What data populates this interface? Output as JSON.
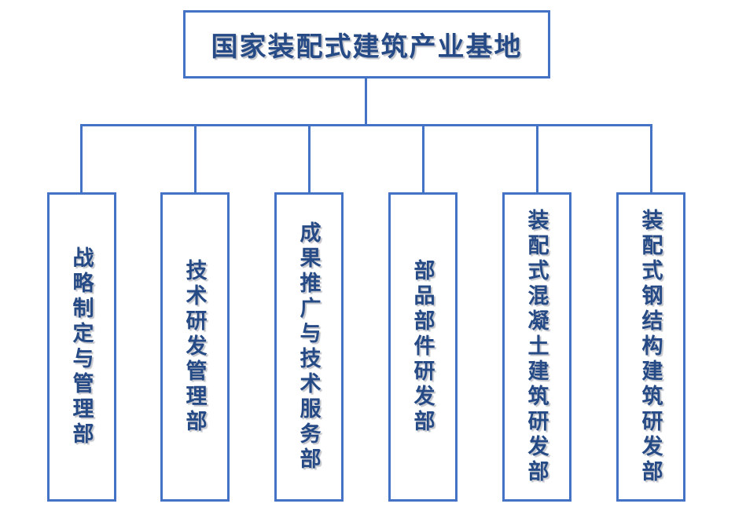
{
  "org_chart": {
    "root": {
      "label": "国家装配式建筑产业基地"
    },
    "departments": [
      {
        "label": "战略制定与管理部"
      },
      {
        "label": "技术研发管理部"
      },
      {
        "label": "成果推广与技术服务部"
      },
      {
        "label": "部品部件研发部"
      },
      {
        "label": "装配式混凝土建筑研发部"
      },
      {
        "label": "装配式钢结构建筑研发部"
      }
    ],
    "colors": {
      "line": "#4472C4",
      "text": "#254A85",
      "box_fill": "#FFFFFF"
    }
  }
}
